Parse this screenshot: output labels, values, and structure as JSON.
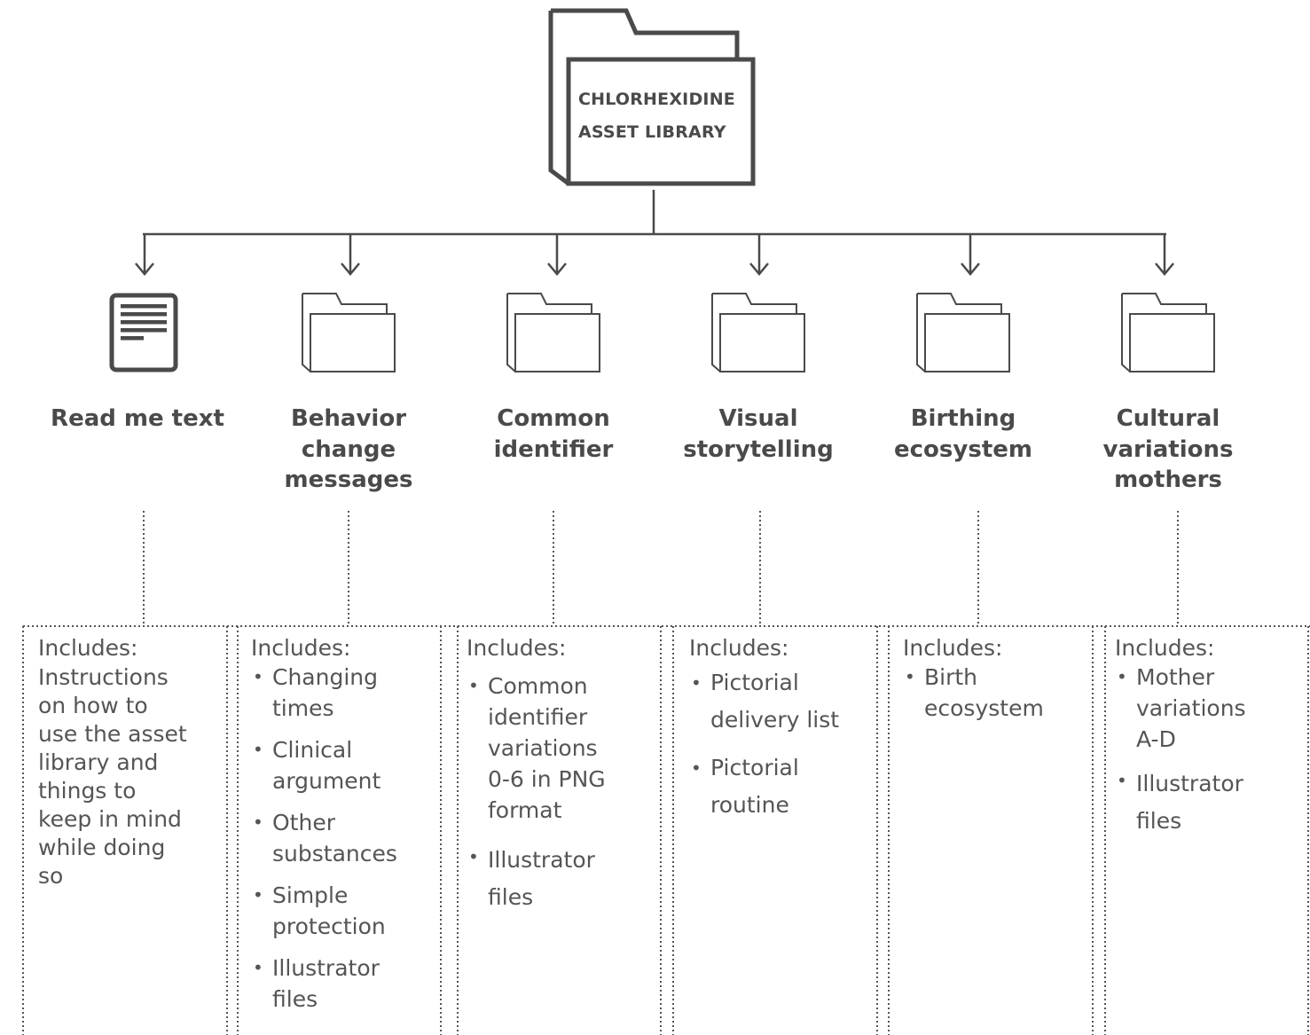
{
  "root": {
    "lines": [
      "CHLORHEXIDINE",
      "ASSET LIBRARY"
    ]
  },
  "categories": [
    {
      "icon": "document-icon",
      "title_lines": [
        "Read me text"
      ],
      "includes_label": "Includes:",
      "paragraph": "Instructions on how to use the asset library and things to keep in mind while doing so",
      "paragraph_lines": [
        "Instructions",
        "on how to",
        "use the asset",
        "library and",
        "things to",
        "keep in mind",
        "while doing",
        "so"
      ]
    },
    {
      "icon": "folder-icon",
      "title_lines": [
        "Behavior",
        "change",
        "messages"
      ],
      "includes_label": "Includes:",
      "items": [
        "Changing times",
        "Clinical argument",
        "Other substances",
        "Simple protection",
        "Illustrator files"
      ],
      "item_lines": [
        [
          "Changing",
          "times"
        ],
        [
          "Clinical",
          "argument"
        ],
        [
          "Other",
          "substances"
        ],
        [
          "Simple",
          "protection"
        ],
        [
          "Illustrator",
          "files"
        ]
      ]
    },
    {
      "icon": "folder-icon",
      "title_lines": [
        "Common",
        "identifier"
      ],
      "includes_label": "Includes:",
      "items": [
        "Common identifier variations 0-6 in PNG format",
        "Illustrator files"
      ],
      "item_lines": [
        [
          "Common",
          "identifier",
          "variations",
          "0-6 in PNG",
          "format"
        ],
        [
          "Illustrator",
          "files"
        ]
      ]
    },
    {
      "icon": "folder-icon",
      "title_lines": [
        "Visual",
        "storytelling"
      ],
      "includes_label": "Includes:",
      "items": [
        "Pictorial delivery list",
        "Pictorial routine"
      ],
      "item_lines": [
        [
          "Pictorial",
          "delivery list"
        ],
        [
          "Pictorial",
          "routine"
        ]
      ]
    },
    {
      "icon": "folder-icon",
      "title_lines": [
        "Birthing",
        "ecosystem"
      ],
      "includes_label": "Includes:",
      "items": [
        "Birth ecosystem"
      ],
      "item_lines": [
        [
          "Birth",
          "ecosystem"
        ]
      ]
    },
    {
      "icon": "folder-icon",
      "title_lines": [
        "Cultural",
        "variations",
        "mothers"
      ],
      "includes_label": "Includes:",
      "items": [
        "Mother variations A-D",
        "Illustrator files"
      ],
      "item_lines": [
        [
          "Mother",
          "variations",
          "A-D"
        ],
        [
          "Illustrator",
          "files"
        ]
      ]
    }
  ],
  "colors": {
    "line": "#4a4a4a",
    "text": "#4a4a4a",
    "body_text": "#555555",
    "dotted": "#555555"
  }
}
